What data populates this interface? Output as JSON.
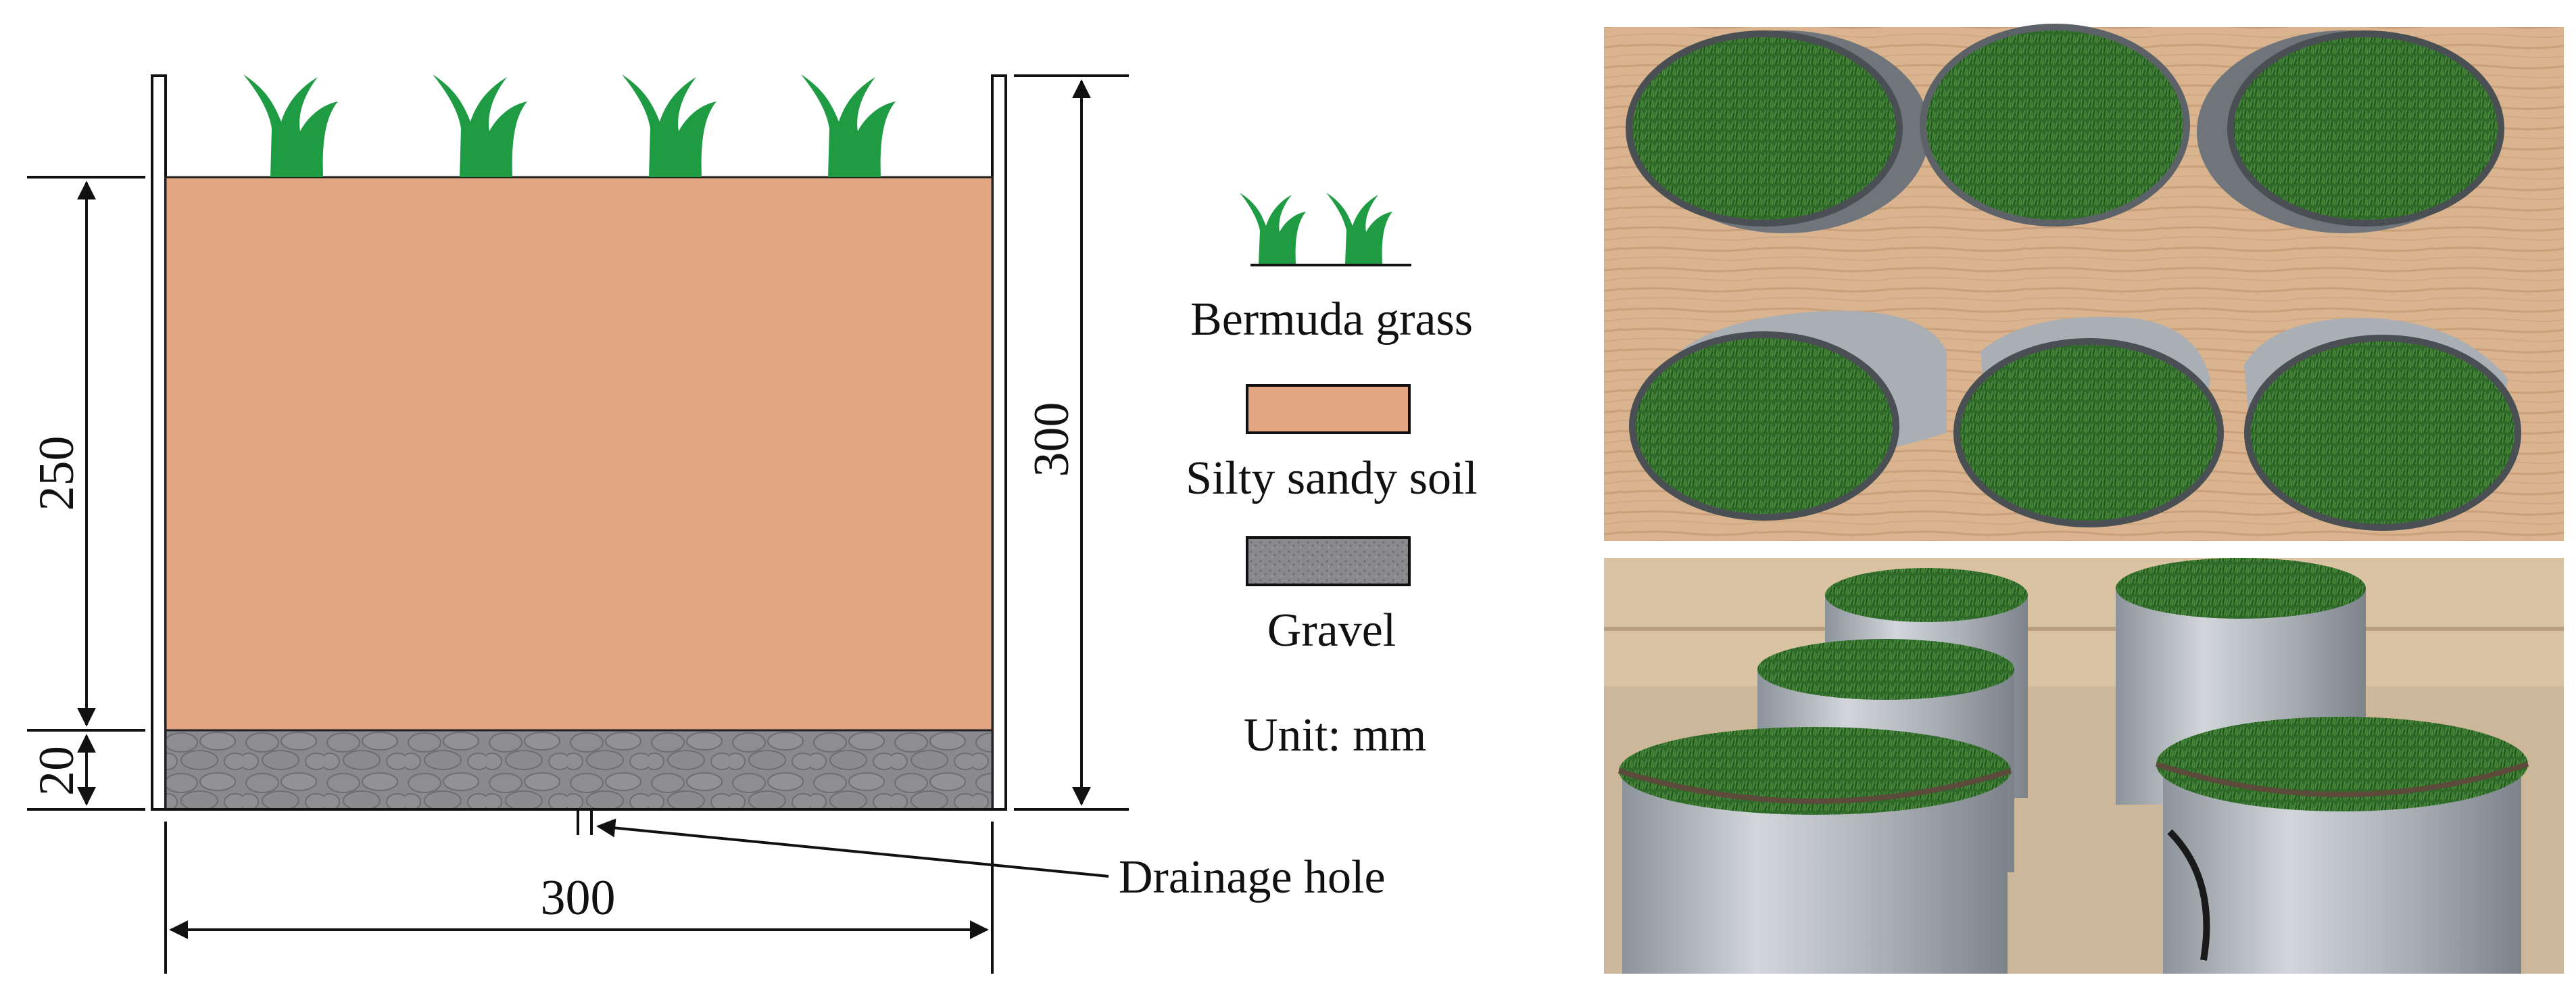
{
  "diagram": {
    "dimensions": {
      "soil_depth": "250",
      "gravel_depth": "20",
      "total_height": "300",
      "width": "300"
    },
    "drainage_label": "Drainage hole"
  },
  "legend": {
    "grass_label": "Bermuda grass",
    "soil_label": "Silty sandy soil",
    "gravel_label": "Gravel",
    "unit_label": "Unit: mm"
  },
  "colors": {
    "grass": "#1E9B43",
    "soil": "#E3A582",
    "gravel": "#8A8A8E",
    "turf": "#2F6A2A",
    "wood": "#D9B48F",
    "metal": "#A9AFB5"
  }
}
